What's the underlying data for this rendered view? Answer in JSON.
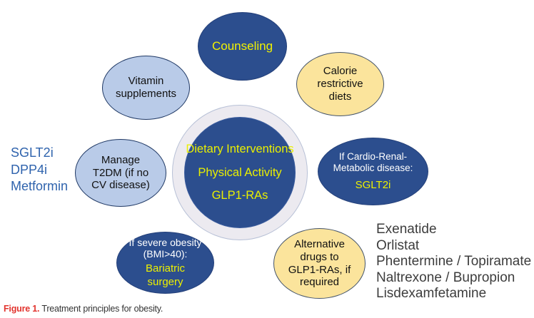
{
  "figure": {
    "caption_label": "Figure 1.",
    "caption_text": " Treatment principles for obesity."
  },
  "center_circle": {
    "line1": "Dietary Interventions",
    "line2": "Physical Activity",
    "line3": "GLP1-RAs"
  },
  "bubbles": {
    "counseling": {
      "text": "Counseling"
    },
    "vitamin_supplements": {
      "text": "Vitamin supplements"
    },
    "calorie_diets": {
      "text": "Calorie restrictive diets"
    },
    "manage_t2dm": {
      "text": "Manage T2DM (if no CV disease)"
    },
    "cardio_renal": {
      "condition": "If Cardio-Renal-Metabolic disease:",
      "treatment": "SGLT2i"
    },
    "severe_obesity": {
      "condition": "If severe obesity (BMI>40):",
      "treatment": "Bariatric surgery"
    },
    "alternative_drugs": {
      "text": "Alternative drugs to GLP1-RAs, if required"
    }
  },
  "side_lists": {
    "t2dm_drugs": [
      "SGLT2i",
      "DPP4i",
      "Metformin"
    ],
    "alternative_drug_names": [
      "Exenatide",
      "Orlistat",
      "Phentermine / Topiramate",
      "Naltrexone / Bupropion",
      "Lisdexamfetamine"
    ]
  },
  "colors": {
    "dark_blue_fill": "#2c4e8e",
    "light_blue_fill": "#b9cbe8",
    "yellow_fill": "#fbe49c",
    "highlight_text_yellow": "#edf000",
    "ring_fill": "#eceaf0",
    "side_text_blue": "#2f63ad",
    "caption_label_red": "#e2342e"
  }
}
